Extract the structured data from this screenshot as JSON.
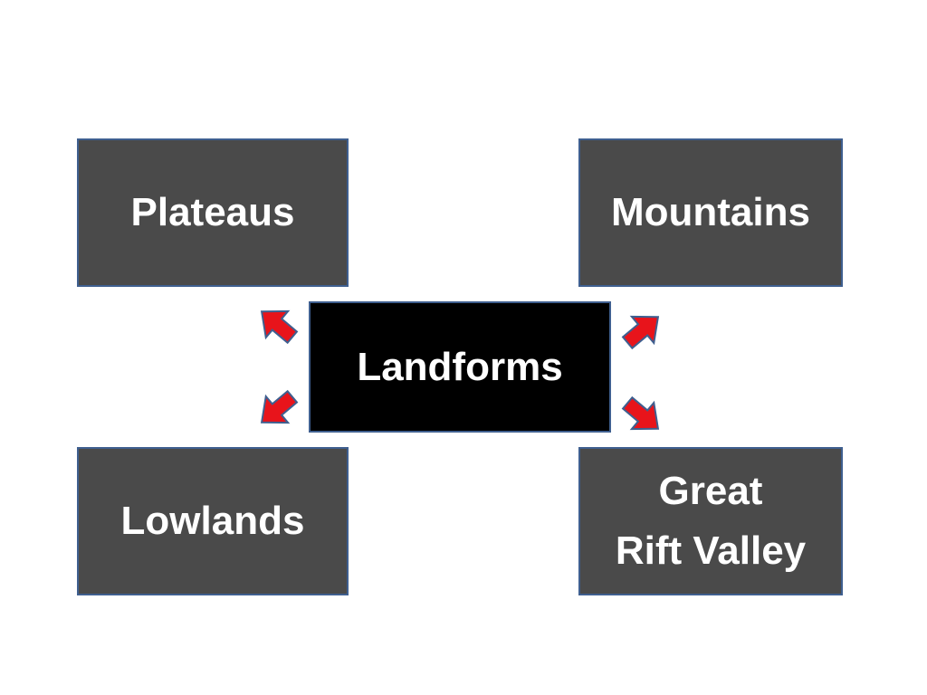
{
  "diagram": {
    "center": "Landforms",
    "nodes": [
      {
        "id": "plateaus",
        "lines": [
          "Plateaus"
        ]
      },
      {
        "id": "mountains",
        "lines": [
          "Mountains"
        ]
      },
      {
        "id": "lowlands",
        "lines": [
          "Lowlands"
        ]
      },
      {
        "id": "great-rift-valley",
        "lines": [
          "Great",
          "Rift Valley"
        ]
      }
    ],
    "colors": {
      "node_fill": "#4a4a4a",
      "center_fill": "#000000",
      "border": "#3f5f8f",
      "arrow_fill": "#e8141b",
      "arrow_outline": "#3f5f8f",
      "text": "#ffffff"
    }
  }
}
